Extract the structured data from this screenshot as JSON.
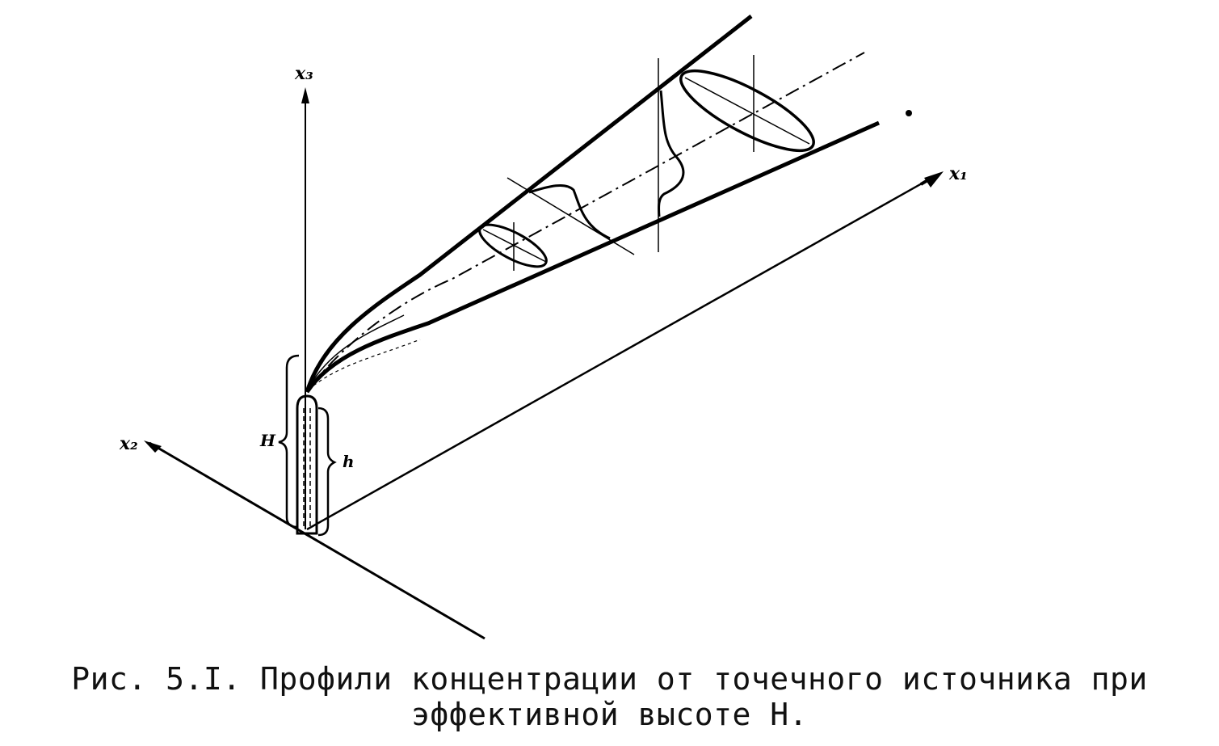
{
  "diagram": {
    "axes": {
      "x1": "x₁",
      "x2": "x₂",
      "x3": "x₃"
    },
    "heights": {
      "effective": "H",
      "stack": "h"
    }
  },
  "caption": {
    "line1": "Рис. 5.I. Профили концентрации от точечного источника при",
    "line2": "эффективной высоте H."
  },
  "colors": {
    "ink": "#000000",
    "paper": "#ffffff"
  }
}
